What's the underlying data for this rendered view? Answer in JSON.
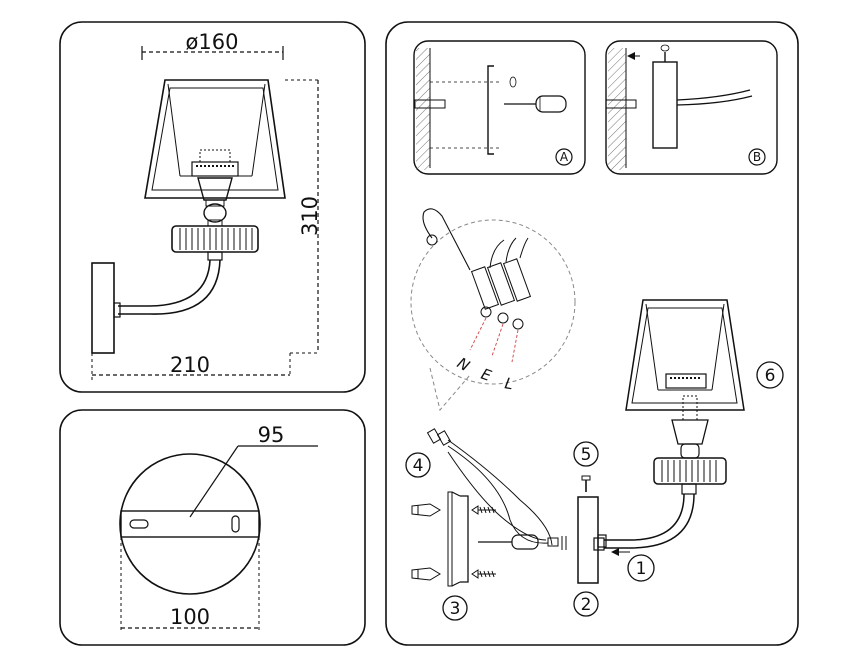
{
  "dimensions": {
    "shade_diameter": "ø160",
    "height": "310",
    "projection": "210",
    "plate_width": "95",
    "plate_diameter": "100"
  },
  "detail_labels": {
    "a": "A",
    "b": "B"
  },
  "wire_labels": {
    "n": "N",
    "e": "E",
    "l": "L"
  },
  "steps": {
    "s1": "1",
    "s2": "2",
    "s3": "3",
    "s4": "4",
    "s5": "5",
    "s6": "6"
  }
}
